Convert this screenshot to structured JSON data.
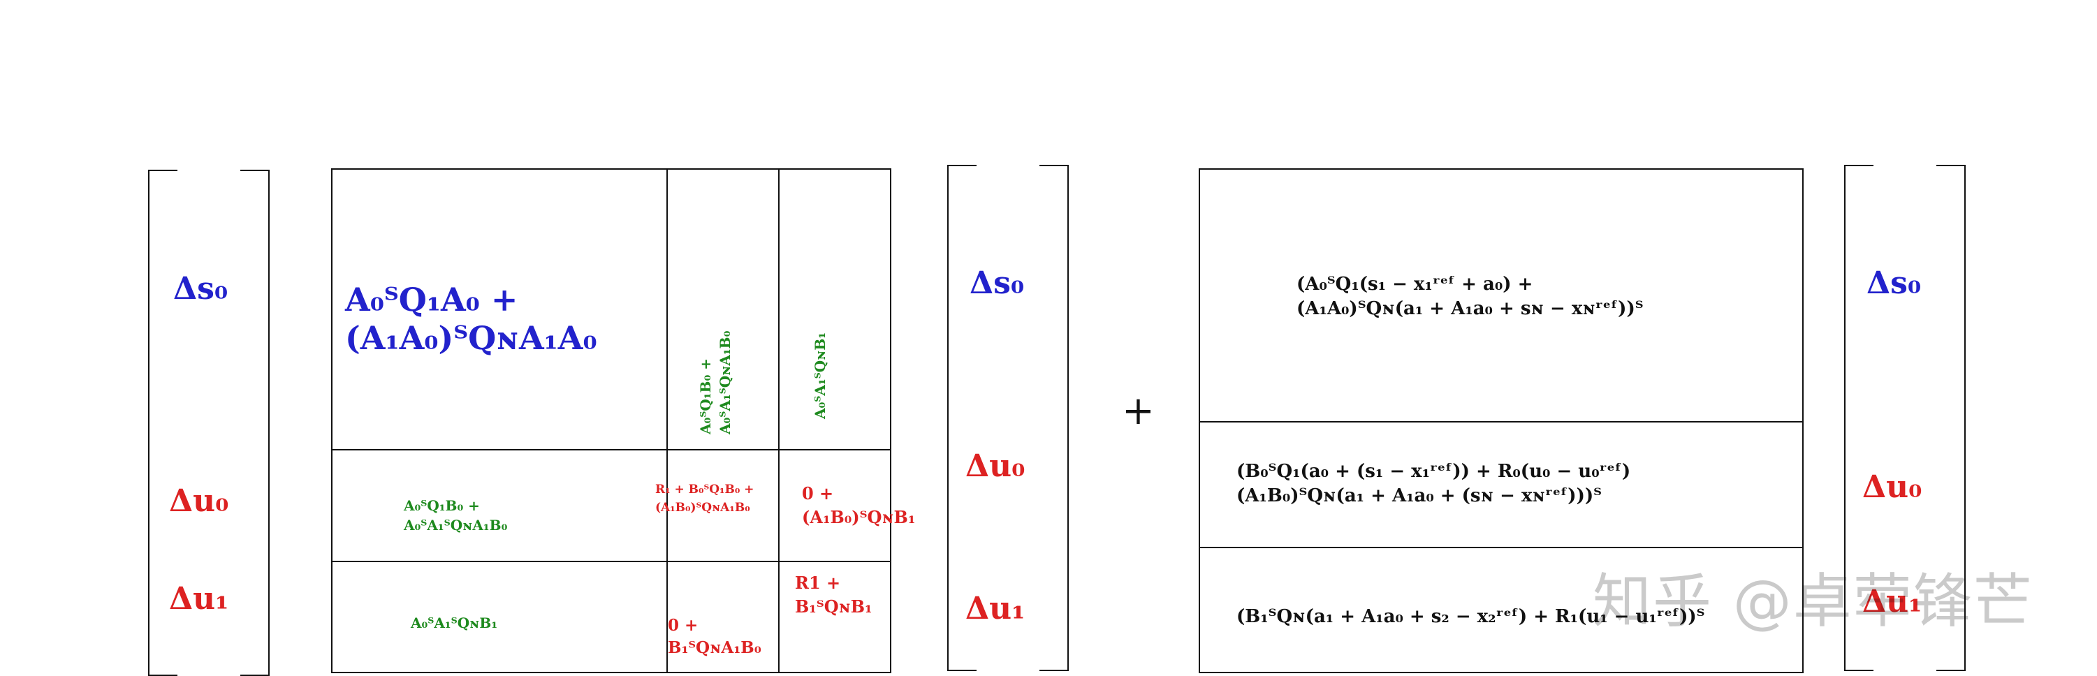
{
  "vector_left": {
    "s0": "Δs₀",
    "u0": "Δu₀",
    "u1": "Δu₁"
  },
  "matrix": {
    "a11_line1": "A₀ᵀQ₁A₀ +",
    "a11_line2": "(A₁A₀)ᵀQɴA₁A₀",
    "a12_line1": "A₀ᵀQ₁B₀ +",
    "a12_line2": "A₀ᵀA₁ᵀQɴA₁B₀",
    "a13": "A₀ᵀA₁ᵀQɴB₁",
    "a21_line1": "A₀ᵀQ₁B₀ +",
    "a21_line2": "A₀ᵀA₁ᵀQɴA₁B₀",
    "a22_line1": "R₁ + B₀ᵀQ₁B₀ +",
    "a22_line2": "(A₁B₀)ᵀQɴA₁B₀",
    "a23_line1": "0 +",
    "a23_line2": "(A₁B₀)ᵀQɴB₁",
    "a31": "A₀ᵀA₁ᵀQɴB₁",
    "a32_line1": "0 +",
    "a32_line2": "B₁ᵀQɴA₁B₀",
    "a33_line1": "R1 +",
    "a33_line2": "B₁ᵀQɴB₁"
  },
  "vector_mid": {
    "s0": "Δs₀",
    "u0": "Δu₀",
    "u1": "Δu₁"
  },
  "plus": "+",
  "rhs": {
    "r1_line1": "(A₀ᵀQ₁(s₁ − x₁ʳᵉᶠ + a₀) +",
    "r1_line2": "(A₁A₀)ᵀQɴ(a₁ + A₁a₀ + sɴ − xɴʳᵉᶠ))ᵀ",
    "r2_line1": "(B₀ᵀQ₁(a₀ + (s₁ − x₁ʳᵉᶠ)) + R₀(u₀ − u₀ʳᵉᶠ)",
    "r2_line2": "(A₁B₀)ᵀQɴ(a₁ + A₁a₀ + (sɴ − xɴʳᵉᶠ)))ᵀ",
    "r3": "(B₁ᵀQɴ(a₁ + A₁a₀ + s₂ − x₂ʳᵉᶠ) + R₁(u₁ − u₁ʳᵉᶠ))ᵀ"
  },
  "vector_right": {
    "s0": "Δs₀",
    "u0": "Δu₀",
    "u1": "Δu₁"
  },
  "watermark": "知乎 @卓荦锋芒",
  "colors": {
    "blue": "#2222cc",
    "red": "#dd2222",
    "green": "#1e8a1e"
  }
}
